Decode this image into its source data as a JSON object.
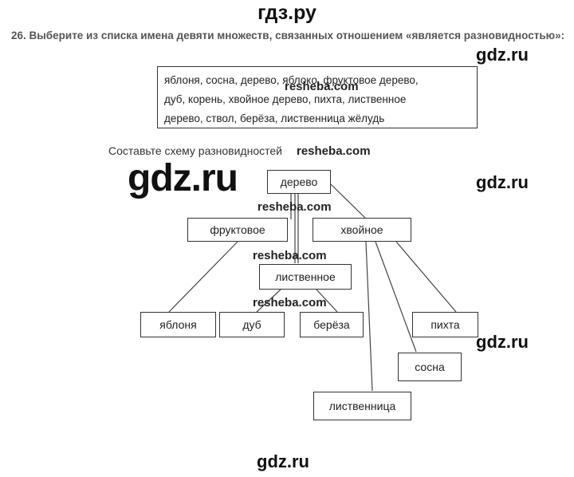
{
  "watermarks": {
    "top": "гдз.ру",
    "gdz_ru": "gdz.ru",
    "resheba": "resheba.com"
  },
  "task": {
    "text": "26. Выберите из списка имена девяти множеств, связанных отношением «является разновидностью»:"
  },
  "word_list": {
    "lines": [
      "яблоня, сосна, дерево, яблоко, фруктовое дерево,",
      "дуб, корень, хвойное дерево, пихта, лиственное",
      "дерево, ствол, берёза, лиственница жёлудь"
    ]
  },
  "scheme": {
    "caption": "Составьте схему разновидностей",
    "nodes": {
      "derevo": "дерево",
      "fruktovoe": "фруктовое",
      "hvoinoe": "хвойное",
      "listvennoe": "лиственное",
      "yablonya": "яблоня",
      "dub": "дуб",
      "bereza": "берёза",
      "pihta": "пихта",
      "sosna": "сосна",
      "listvennica": "лиственница"
    }
  }
}
